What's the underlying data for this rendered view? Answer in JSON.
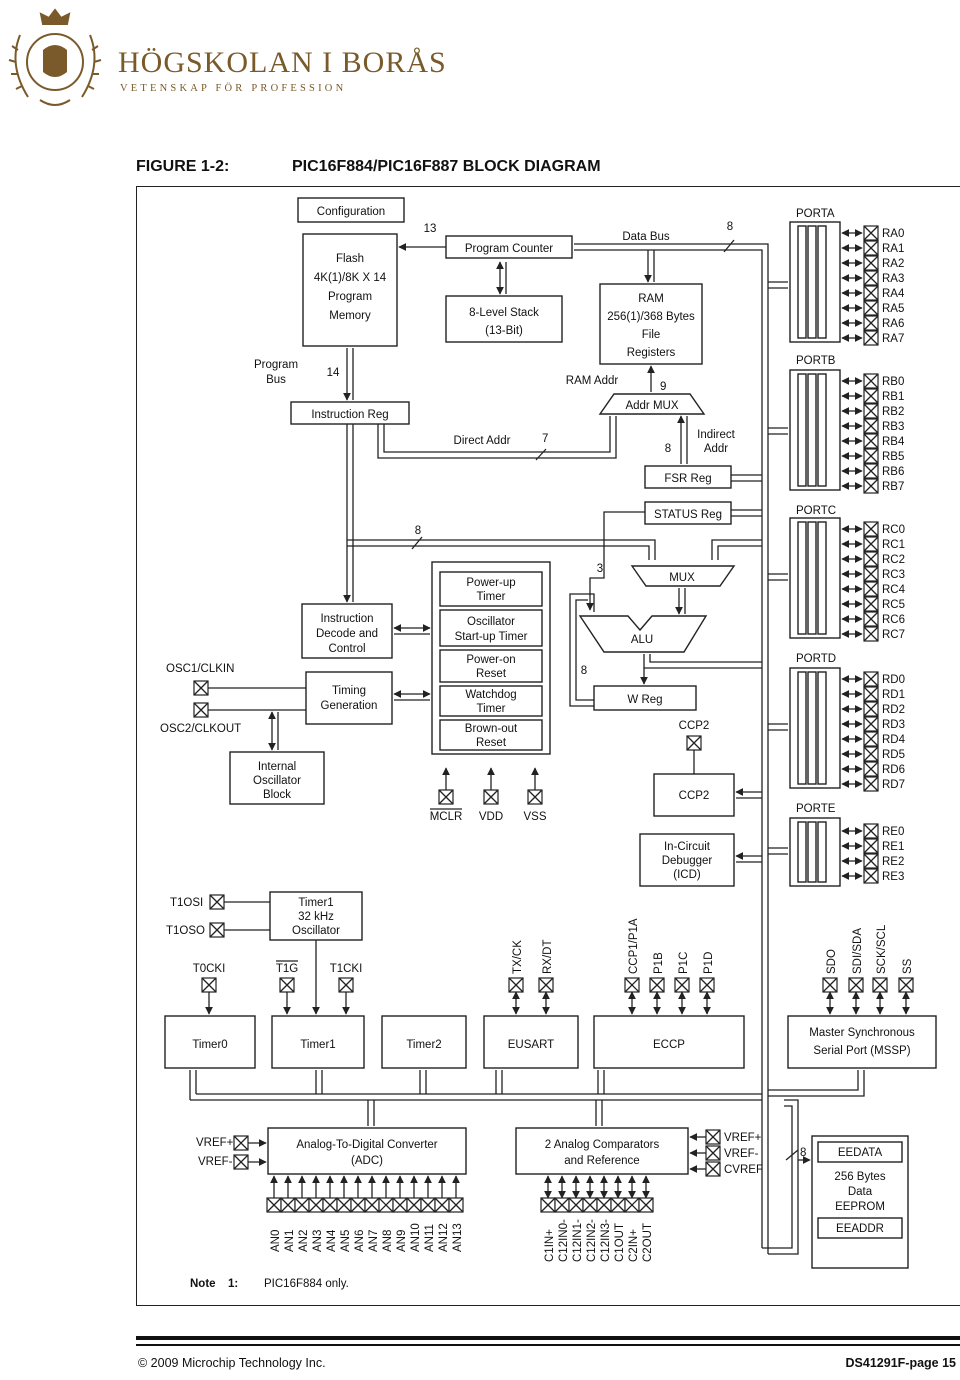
{
  "header": {
    "university": "HÖGSKOLAN I BORÅS",
    "tagline": "VETENSKAP FÖR PROFESSION"
  },
  "figure": {
    "number": "FIGURE 1-2:",
    "title": "PIC16F884/PIC16F887 BLOCK DIAGRAM",
    "note_label": "Note",
    "note_num": "1:",
    "note_text": "PIC16F884 only."
  },
  "blocks": {
    "configuration": "Configuration",
    "flash": [
      "Flash",
      "4K(1)/8K X 14",
      "Program",
      "Memory"
    ],
    "program_counter": "Program Counter",
    "stack": [
      "8-Level Stack",
      "(13-Bit)"
    ],
    "ram": [
      "RAM",
      "256(1)/368 Bytes",
      "File",
      "Registers"
    ],
    "addr_mux": "Addr MUX",
    "instruction_reg": "Instruction Reg",
    "fsr_reg": "FSR Reg",
    "status_reg": "STATUS Reg",
    "mux": "MUX",
    "alu": "ALU",
    "w_reg": "W Reg",
    "instruction_decode": [
      "Instruction",
      "Decode and",
      "Control"
    ],
    "timing": [
      "Timing",
      "Generation"
    ],
    "internal_osc": [
      "Internal",
      "Oscillator",
      "Block"
    ],
    "power_up": [
      "Power-up",
      "Timer"
    ],
    "osc_startup": [
      "Oscillator",
      "Start-up Timer"
    ],
    "power_on": [
      "Power-on",
      "Reset"
    ],
    "watchdog": [
      "Watchdog",
      "Timer"
    ],
    "brownout": [
      "Brown-out",
      "Reset"
    ],
    "ccp2": "CCP2",
    "icd": [
      "In-Circuit",
      "Debugger",
      "(ICD)"
    ],
    "timer1_osc": [
      "Timer1",
      "32 kHz",
      "Oscillator"
    ],
    "timer0": "Timer0",
    "timer1": "Timer1",
    "timer2": "Timer2",
    "eusart": "EUSART",
    "eccp": "ECCP",
    "mssp": [
      "Master Synchronous",
      "Serial Port (MSSP)"
    ],
    "adc": [
      "Analog-To-Digital Converter",
      "(ADC)"
    ],
    "comparators": [
      "2 Analog Comparators",
      "and Reference"
    ],
    "eedata": "EEDATA",
    "eeprom": [
      "256 Bytes",
      "Data",
      "EEPROM"
    ],
    "eeaddr": "EEADDR"
  },
  "labels": {
    "data_bus": "Data Bus",
    "program_bus": [
      "Program",
      "Bus"
    ],
    "ram_addr": "RAM Addr",
    "direct_addr": "Direct Addr",
    "indirect_addr": [
      "Indirect",
      "Addr"
    ],
    "w13": "13",
    "w8a": "8",
    "w14": "14",
    "w9": "9",
    "w7": "7",
    "w8b": "8",
    "w8c": "8",
    "w3": "3",
    "w8d": "8",
    "w8e": "8"
  },
  "pins": {
    "osc1": "OSC1/CLKIN",
    "osc2": "OSC2/CLKOUT",
    "mclr": "MCLR",
    "vdd": "VDD",
    "vss": "VSS",
    "ccp2": "CCP2",
    "t1osi": "T1OSI",
    "t1oso": "T1OSO",
    "t0cki": "T0CKI",
    "t1g": "T1G",
    "t1cki": "T1CKI",
    "eusart": [
      "TX/CK",
      "RX/DT"
    ],
    "eccp": [
      "CCP1/P1A",
      "P1B",
      "P1C",
      "P1D"
    ],
    "mssp": [
      "SDO",
      "SDI/SDA",
      "SCK/SCL",
      "SS"
    ],
    "adc_vref": [
      "VREF+",
      "VREF-"
    ],
    "adc_an": [
      "AN0",
      "AN1",
      "AN2",
      "AN3",
      "AN4",
      "AN5",
      "AN6",
      "AN7",
      "AN8",
      "AN9",
      "AN10",
      "AN11",
      "AN12",
      "AN13"
    ],
    "cmp_vref": [
      "VREF+",
      "VREF-",
      "CVREF"
    ],
    "cmp_in": [
      "C1IN+",
      "C12IN0-",
      "C12IN1-",
      "C12IN2-",
      "C12IN3-",
      "C1OUT",
      "C2IN+",
      "C2OUT"
    ]
  },
  "ports": [
    {
      "name": "PORTA",
      "pins": [
        "RA0",
        "RA1",
        "RA2",
        "RA3",
        "RA4",
        "RA5",
        "RA6",
        "RA7"
      ]
    },
    {
      "name": "PORTB",
      "pins": [
        "RB0",
        "RB1",
        "RB2",
        "RB3",
        "RB4",
        "RB5",
        "RB6",
        "RB7"
      ]
    },
    {
      "name": "PORTC",
      "pins": [
        "RC0",
        "RC1",
        "RC2",
        "RC3",
        "RC4",
        "RC5",
        "RC6",
        "RC7"
      ]
    },
    {
      "name": "PORTD",
      "pins": [
        "RD0",
        "RD1",
        "RD2",
        "RD3",
        "RD4",
        "RD5",
        "RD6",
        "RD7"
      ]
    },
    {
      "name": "PORTE",
      "pins": [
        "RE0",
        "RE1",
        "RE2",
        "RE3"
      ]
    }
  ],
  "footer": {
    "copyright": "© 2009 Microchip Technology Inc.",
    "doc": "DS41291F-page 15"
  },
  "colors": {
    "brand": "#7a5a2a",
    "ink": "#111111"
  }
}
